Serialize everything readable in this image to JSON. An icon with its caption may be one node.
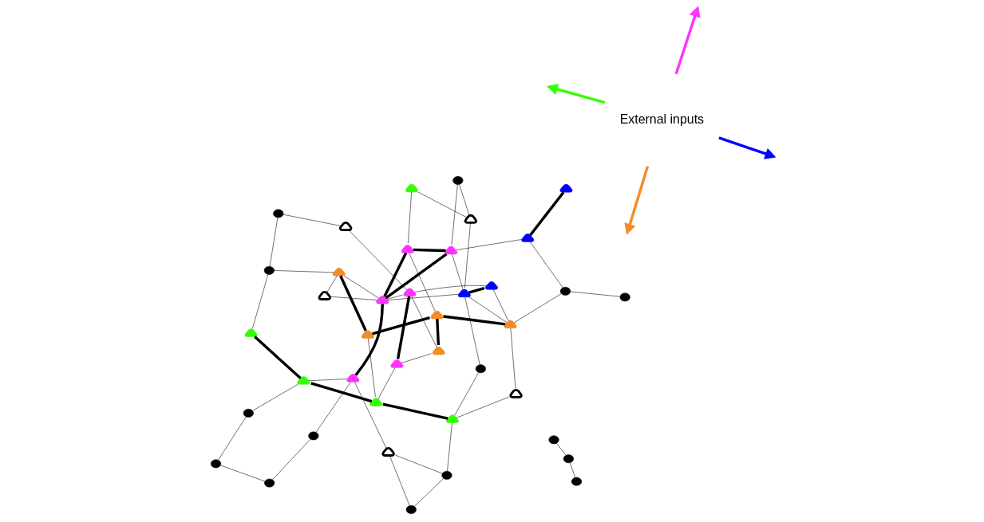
{
  "diagram": {
    "nodes": [
      {
        "text": [],
        "shape": "triangle"
      },
      {
        "text": [],
        "shape": "triangle"
      },
      {
        "text": [],
        "shape": "triangle"
      },
      {
        "text": [],
        "shape": "triangle"
      },
      {
        "text": [],
        "shape": "circle"
      },
      {
        "text": [],
        "shape": "circle"
      },
      {
        "text": [],
        "shape": "triangle"
      },
      {
        "text": [],
        "shape": "triangle"
      },
      {
        "text": [],
        "shape": "circle"
      },
      {
        "text": [],
        "shape": "circle"
      },
      {
        "text": [],
        "shape": "circle"
      },
      {
        "text": [],
        "shape": "triangle"
      },
      {
        "text": [],
        "shape": "triangle"
      },
      {
        "text": [],
        "shape": "triangle"
      },
      {
        "text": [],
        "shape": "triangle"
      },
      {
        "text": [],
        "shape": "circle"
      },
      {
        "text": [],
        "shape": "triangle"
      },
      {
        "text": [],
        "shape": "circle"
      },
      {
        "text": [],
        "shape": "triangle"
      },
      {
        "text": [],
        "shape": "triangle"
      },
      {
        "text": [],
        "shape": "triangle"
      },
      {
        "text": [],
        "shape": "triangle"
      },
      {
        "text": [],
        "shape": "circle"
      },
      {
        "text": [],
        "shape": "circle"
      },
      {
        "text": [],
        "shape": "circle"
      },
      {
        "text": [],
        "shape": "circle"
      },
      {
        "text": [],
        "shape": "triangle"
      },
      {
        "text": [],
        "shape": "triangle"
      },
      {
        "text": [],
        "shape": "circle"
      },
      {
        "text": [],
        "shape": "triangle"
      },
      {
        "text": [],
        "shape": "triangle"
      },
      {
        "text": [],
        "shape": "circle"
      },
      {
        "text": [],
        "shape": "triangle"
      },
      {
        "text": [],
        "shape": "triangle"
      },
      {
        "text": [],
        "shape": "triangle"
      },
      {
        "text": [],
        "shape": "circle"
      },
      {
        "text": [],
        "shape": "triangle"
      },
      {
        "text": [],
        "shape": "circle"
      },
      {
        "text": [],
        "shape": "triangle"
      },
      {
        "text": [],
        "shape": "triangle"
      }
    ],
    "edges": [
      {
        "from": 3,
        "to": 1,
        "arrow": "none",
        "style": "thick"
      },
      {
        "from": 3,
        "to": 19,
        "arrow": "none",
        "style": "thick"
      },
      {
        "from": 0,
        "to": 20,
        "arrow": "none",
        "style": "thick"
      },
      {
        "from": 6,
        "to": 18,
        "arrow": "none",
        "style": "thick"
      },
      {
        "from": 6,
        "to": 29,
        "arrow": "none",
        "style": "thick"
      },
      {
        "from": 1,
        "to": 13,
        "arrow": "none",
        "style": "thick"
      },
      {
        "from": 2,
        "to": 14,
        "arrow": "none",
        "style": "thick"
      },
      {
        "from": 12,
        "to": 29,
        "arrow": "none",
        "style": "thick"
      },
      {
        "from": 20,
        "to": 26,
        "arrow": "none",
        "style": "thick"
      },
      {
        "from": 16,
        "to": 33,
        "arrow": "none",
        "style": "thick"
      },
      {
        "from": 20,
        "to": 36,
        "arrow": "none",
        "style": "thick"
      },
      {
        "from": 36,
        "to": 26,
        "arrow": "none",
        "style": "thick"
      },
      {
        "from": 32,
        "to": 30,
        "arrow": "none",
        "style": "thick"
      },
      {
        "from": 39,
        "to": 29,
        "arrow": "none",
        "style": "thick"
      },
      {
        "from": 0,
        "to": 3,
        "arrow": "none"
      },
      {
        "from": 0,
        "to": 7,
        "arrow": "none"
      },
      {
        "from": 0,
        "to": 9,
        "arrow": "none"
      },
      {
        "from": 3,
        "to": 8,
        "arrow": "none"
      },
      {
        "from": 4,
        "to": 8,
        "arrow": "none"
      },
      {
        "from": 4,
        "to": 15,
        "arrow": "none"
      },
      {
        "from": 9,
        "to": 15,
        "arrow": "none"
      },
      {
        "from": 11,
        "to": 18,
        "arrow": "none"
      },
      {
        "from": 11,
        "to": 20,
        "arrow": "none"
      },
      {
        "from": 18,
        "to": 20,
        "arrow": "none"
      },
      {
        "from": 1,
        "to": 2,
        "arrow": "none"
      },
      {
        "from": 2,
        "to": 12,
        "arrow": "none"
      },
      {
        "from": 6,
        "to": 1,
        "arrow": "none"
      },
      {
        "from": 7,
        "to": 5,
        "arrow": "none"
      },
      {
        "from": 7,
        "to": 10,
        "arrow": "none"
      },
      {
        "from": 10,
        "to": 5,
        "arrow": "none"
      },
      {
        "from": 5,
        "to": 13,
        "arrow": "none"
      },
      {
        "from": 14,
        "to": 12,
        "arrow": "none"
      },
      {
        "from": 27,
        "to": 14,
        "arrow": "none"
      },
      {
        "from": 20,
        "to": 14,
        "arrow": "none"
      },
      {
        "from": 13,
        "to": 22,
        "arrow": "none"
      },
      {
        "from": 22,
        "to": 32,
        "arrow": "none"
      },
      {
        "from": 32,
        "to": 39,
        "arrow": "none"
      },
      {
        "from": 13,
        "to": 21,
        "arrow": "none"
      },
      {
        "from": 21,
        "to": 39,
        "arrow": "none"
      },
      {
        "from": 14,
        "to": 30,
        "arrow": "none"
      },
      {
        "from": 24,
        "to": 17,
        "arrow": "none"
      },
      {
        "from": 24,
        "to": 35,
        "arrow": "none"
      },
      {
        "from": 26,
        "to": 29,
        "arrow": "none"
      },
      {
        "from": 20,
        "to": 32,
        "arrow": "none"
      },
      {
        "from": 26,
        "to": 38,
        "arrow": "none"
      },
      {
        "from": 34,
        "to": 32,
        "arrow": "none"
      },
      {
        "from": 34,
        "to": 38,
        "arrow": "none"
      },
      {
        "from": 39,
        "to": 30,
        "arrow": "none"
      },
      {
        "from": 31,
        "to": 39,
        "arrow": "none"
      },
      {
        "from": 19,
        "to": 28,
        "arrow": "none"
      },
      {
        "from": 23,
        "to": 28,
        "arrow": "none"
      },
      {
        "from": 28,
        "to": 18,
        "arrow": "none"
      },
      {
        "from": 23,
        "to": 27,
        "arrow": "none"
      },
      {
        "from": 25,
        "to": 31,
        "arrow": "none"
      },
      {
        "from": 33,
        "to": 36,
        "arrow": "none"
      },
      {
        "from": 33,
        "to": 31,
        "arrow": "none"
      },
      {
        "from": 36,
        "to": 37,
        "arrow": "none"
      },
      {
        "from": 37,
        "to": 34,
        "arrow": "none"
      },
      {
        "from": 36,
        "to": 32,
        "arrow": "none"
      }
    ],
    "labels": [
      "External inputs"
    ]
  }
}
